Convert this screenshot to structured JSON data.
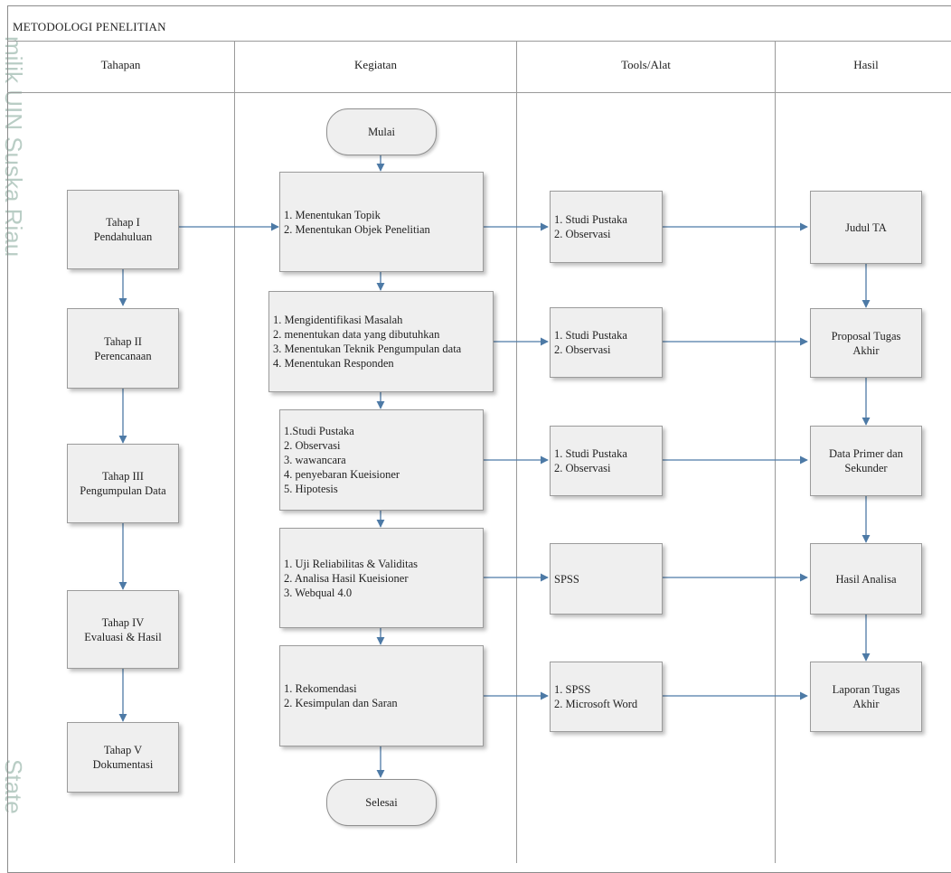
{
  "title": "METODOLOGI PENELITIAN",
  "watermark": [
    "milik UIN Suska Riau",
    "State"
  ],
  "lanes": [
    "Tahapan",
    "Kegiatan",
    "Tools/Alat",
    "Hasil"
  ],
  "tahapan": [
    "Tahap I\nPendahuluan",
    "Tahap II\nPerencanaan",
    "Tahap III\nPengumpulan Data",
    "Tahap IV\nEvaluasi & Hasil",
    "Tahap V\nDokumentasi"
  ],
  "start": "Mulai",
  "end": "Selesai",
  "kegiatan": [
    "1. Menentukan Topik\n2. Menentukan Objek Penelitian",
    "1. Mengidentifikasi Masalah\n2. menentukan data yang dibutuhkan\n3. Menentukan Teknik Pengumpulan data\n4. Menentukan Responden",
    "1.Studi Pustaka\n2. Observasi\n3. wawancara\n4. penyebaran Kueisioner\n5. Hipotesis",
    "1. Uji Reliabilitas & Validitas\n2. Analisa Hasil Kueisioner\n3. Webqual 4.0",
    "1. Rekomendasi\n2. Kesimpulan dan Saran"
  ],
  "tools": [
    "1. Studi Pustaka\n2. Observasi",
    "1. Studi Pustaka\n2. Observasi",
    "1. Studi Pustaka\n2. Observasi",
    "SPSS",
    "1. SPSS\n2. Microsoft Word"
  ],
  "hasil": [
    "Judul TA",
    "Proposal Tugas\nAkhir",
    "Data Primer dan\nSekunder",
    "Hasil Analisa",
    "Laporan Tugas\nAkhir"
  ],
  "colors": {
    "arrow": "#4d7aa6",
    "box_fill": "#efefef",
    "watermark": "#b9cdc5"
  }
}
